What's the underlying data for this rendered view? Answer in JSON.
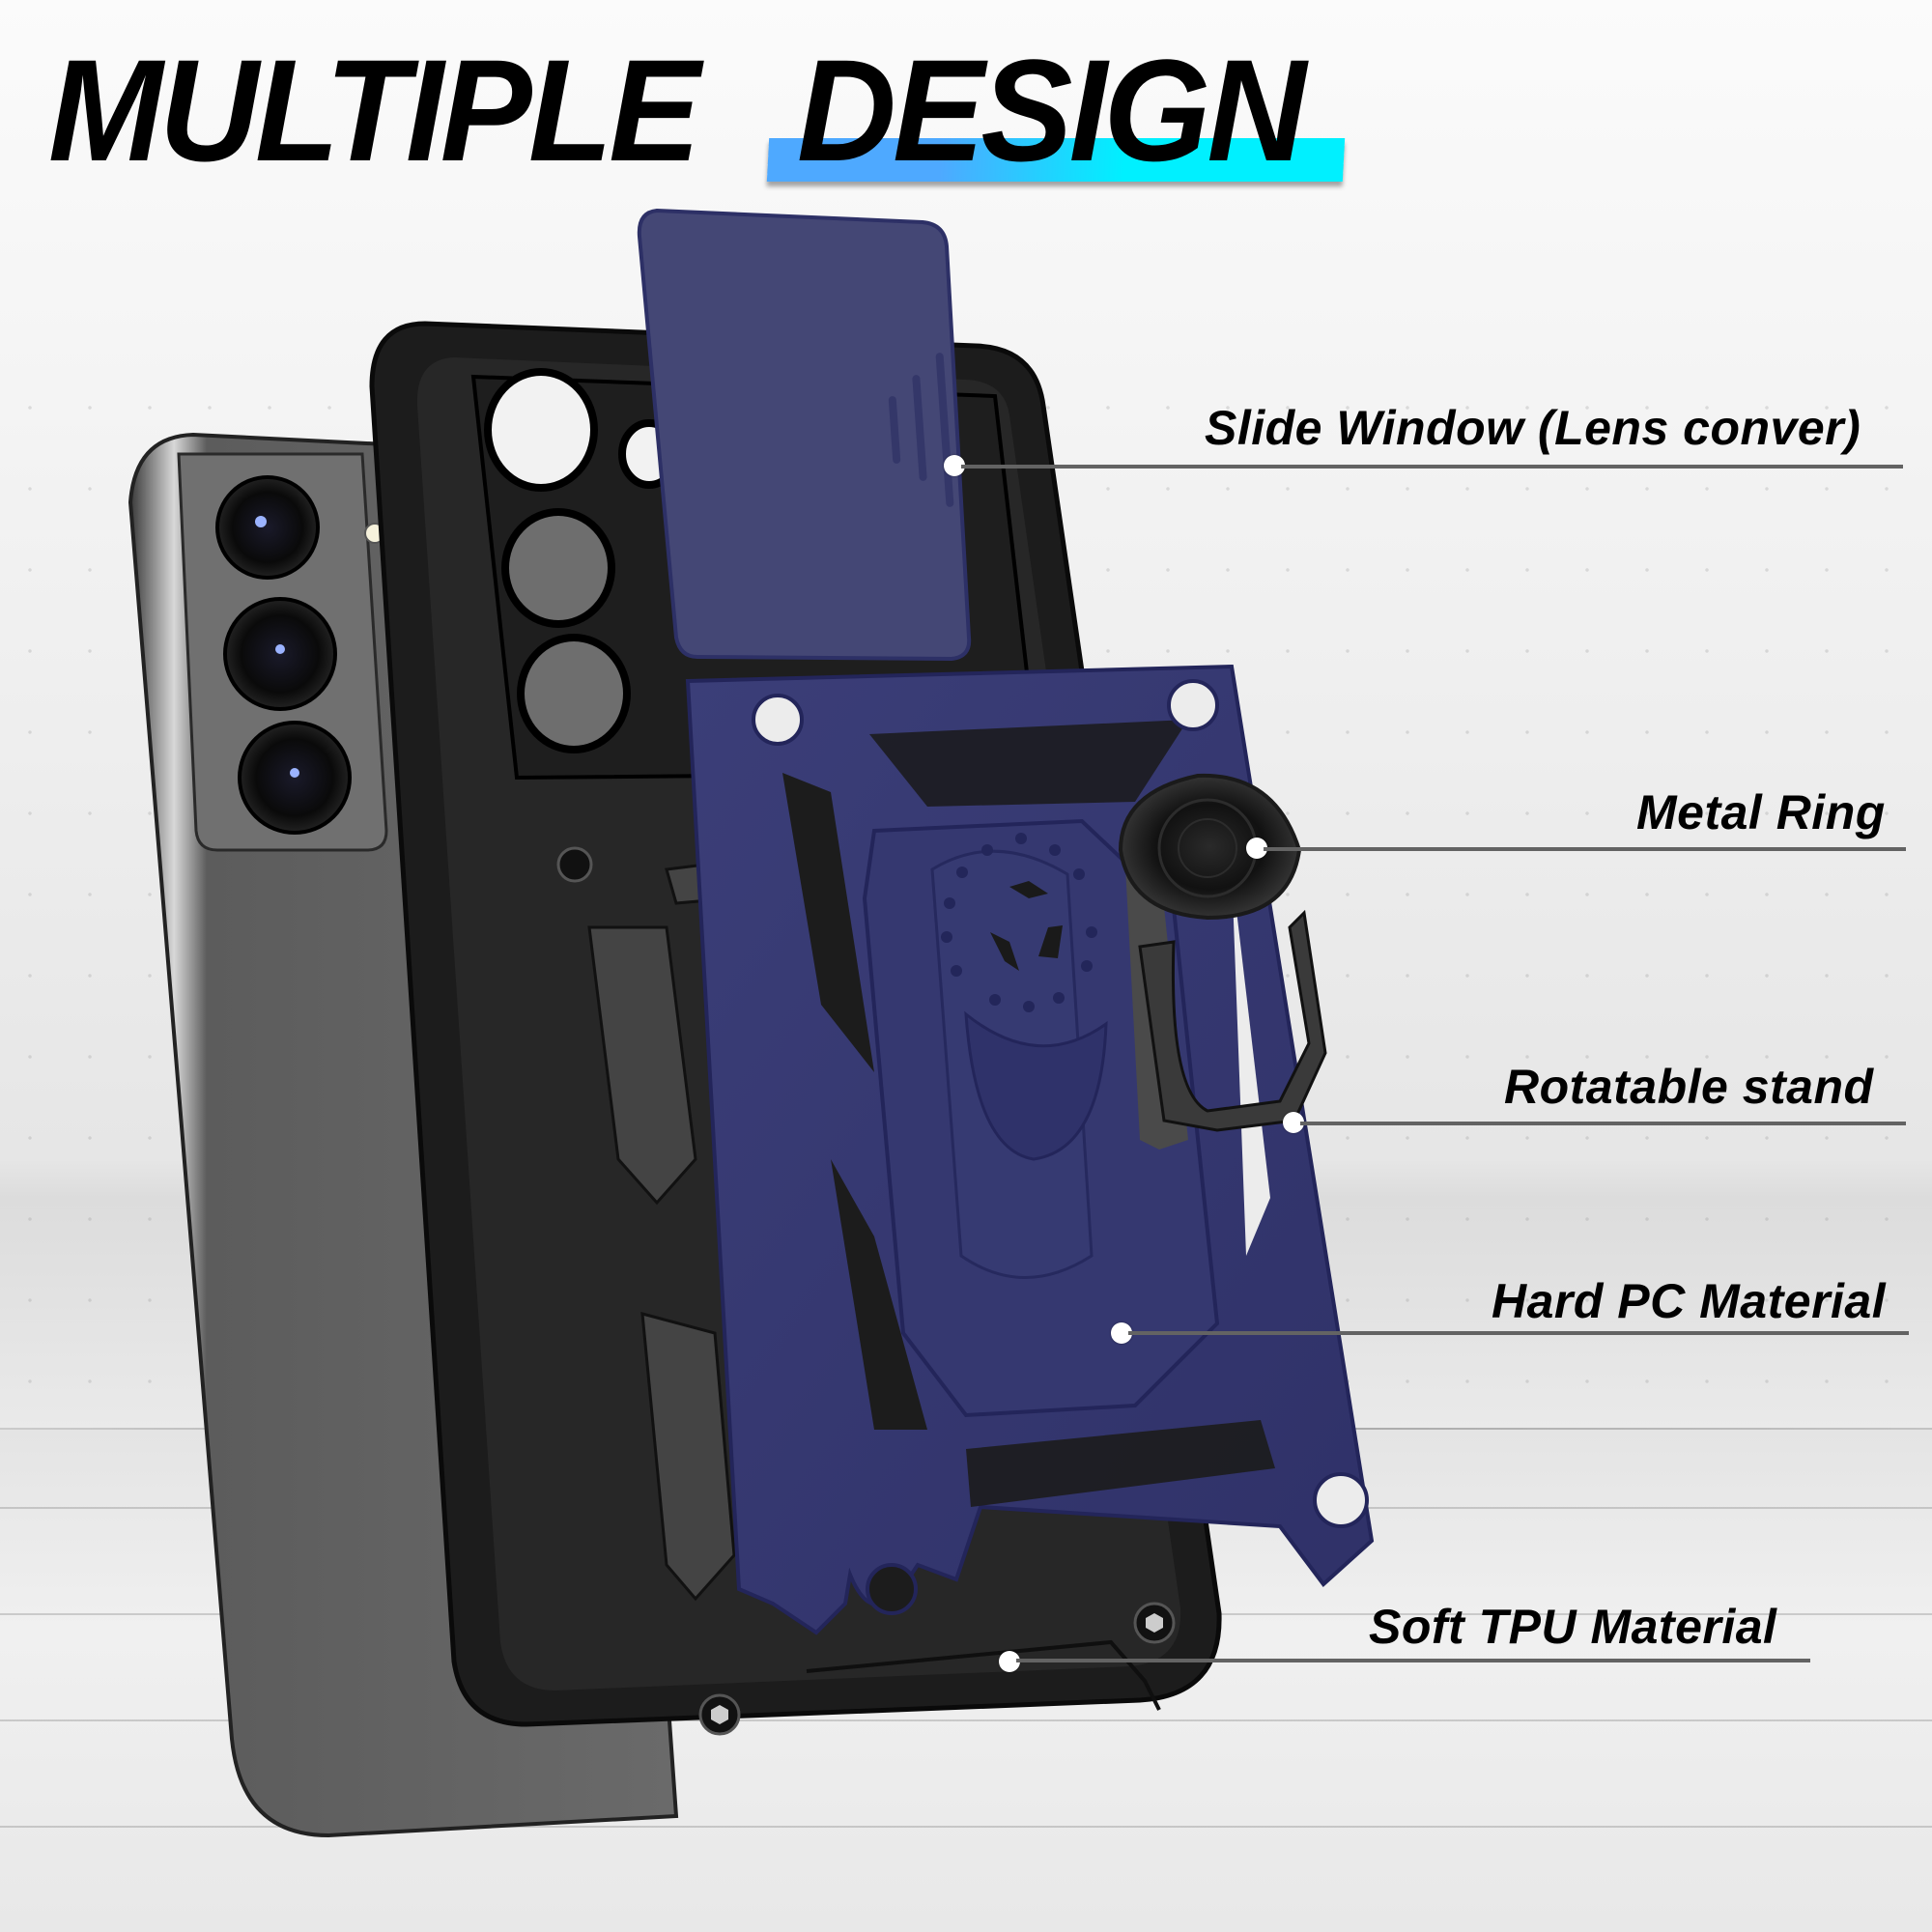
{
  "title": {
    "word1": "MULTIPLE",
    "word2": "DESIGN",
    "highlight_colors": [
      "#4ea9ff",
      "#00f0ff"
    ]
  },
  "callouts": [
    {
      "label": "Slide Window (Lens conver)",
      "part": "slide-window"
    },
    {
      "label": "Metal Ring",
      "part": "metal-ring"
    },
    {
      "label": "Rotatable stand",
      "part": "rotatable-stand"
    },
    {
      "label": "Hard PC Material",
      "part": "hard-pc-shell"
    },
    {
      "label": "Soft TPU Material",
      "part": "soft-tpu-case"
    }
  ],
  "colors": {
    "case_blue": "#3d4077",
    "case_black": "#1f1f1f",
    "phone_gray": "#6e6e6e",
    "callout_line": "#636363",
    "callout_dot": "#ffffff"
  }
}
